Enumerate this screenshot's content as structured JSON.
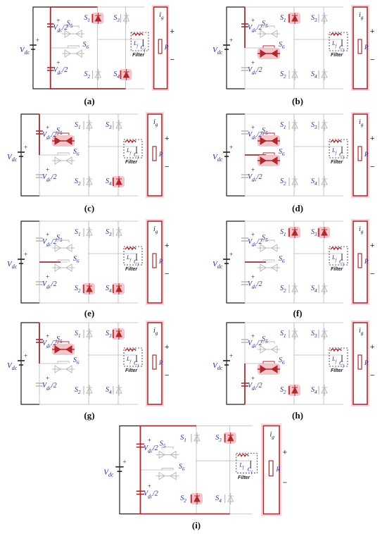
{
  "colors": {
    "active": "#b0282a",
    "glow": "#f3b7bf",
    "inactive": "#b9b9b9",
    "text_blue": "#2a2aa8",
    "dark": "#222222"
  },
  "labels": {
    "vdc": "V",
    "vdc_sub": "dc",
    "half": "V",
    "half_sub": "dc",
    "half_div": "/2",
    "plus": "+",
    "minus": "−",
    "s1": "S",
    "s1_sub": "1",
    "s2": "S",
    "s2_sub": "2",
    "s3": "S",
    "s3_sub": "3",
    "s4": "S",
    "s4_sub": "4",
    "s5": "S",
    "s5_sub": "5",
    "s6": "S",
    "s6_sub": "6",
    "lf": "L",
    "lf_sub": "f",
    "cf": "C",
    "cf_sub": "f",
    "filter": "Filter",
    "ig": "i",
    "ig_sub": "g",
    "r": "R"
  },
  "panels": [
    {
      "caption": "(a)",
      "active": [
        "vdc_full",
        "s1",
        "s4",
        "load"
      ]
    },
    {
      "caption": "(b)",
      "active": [
        "vdc_top",
        "s1",
        "s6",
        "load"
      ]
    },
    {
      "caption": "(c)",
      "active": [
        "vdc_top",
        "s5",
        "s4",
        "load"
      ]
    },
    {
      "caption": "(d)",
      "active": [
        "mid",
        "s5",
        "s6",
        "load"
      ]
    },
    {
      "caption": "(e)",
      "active": [
        "mid",
        "s2",
        "s4",
        "load"
      ]
    },
    {
      "caption": "(f)",
      "active": [
        "mid",
        "s1",
        "s3",
        "load"
      ]
    },
    {
      "caption": "(g)",
      "active": [
        "vdc_top",
        "s5",
        "s3",
        "load"
      ]
    },
    {
      "caption": "(h)",
      "active": [
        "vdc_bot",
        "s6",
        "s2",
        "load"
      ]
    },
    {
      "caption": "(i)",
      "active": [
        "vdc_full",
        "s3",
        "s2",
        "load"
      ]
    }
  ]
}
